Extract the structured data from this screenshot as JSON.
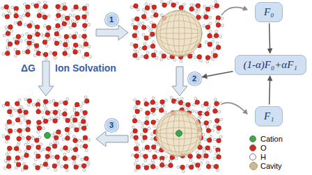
{
  "diagram": {
    "nodes": [
      {
        "text": [
          "1"
        ]
      },
      {
        "text": [
          "2"
        ]
      },
      {
        "text": [
          "3"
        ]
      },
      {
        "text": [
          "F₀"
        ]
      },
      {
        "text": [
          "(1-α)F₀+αF₁"
        ]
      },
      {
        "text": [
          "F₁"
        ]
      }
    ],
    "edges": [
      {
        "from": 3,
        "to": 4,
        "arrow": "to"
      },
      {
        "from": 5,
        "to": 4,
        "arrow": "to"
      },
      {
        "from": 4,
        "to": 1,
        "arrow": "to"
      }
    ],
    "labels": [
      "ΔG",
      "Ion Solvation"
    ],
    "legend": [
      {
        "text": "Cation",
        "color": "#3aa845"
      },
      {
        "text": "O",
        "color": "#d42a1e"
      },
      {
        "text": "H",
        "color": "#ffffff"
      },
      {
        "text": "Cavity"
      }
    ]
  }
}
